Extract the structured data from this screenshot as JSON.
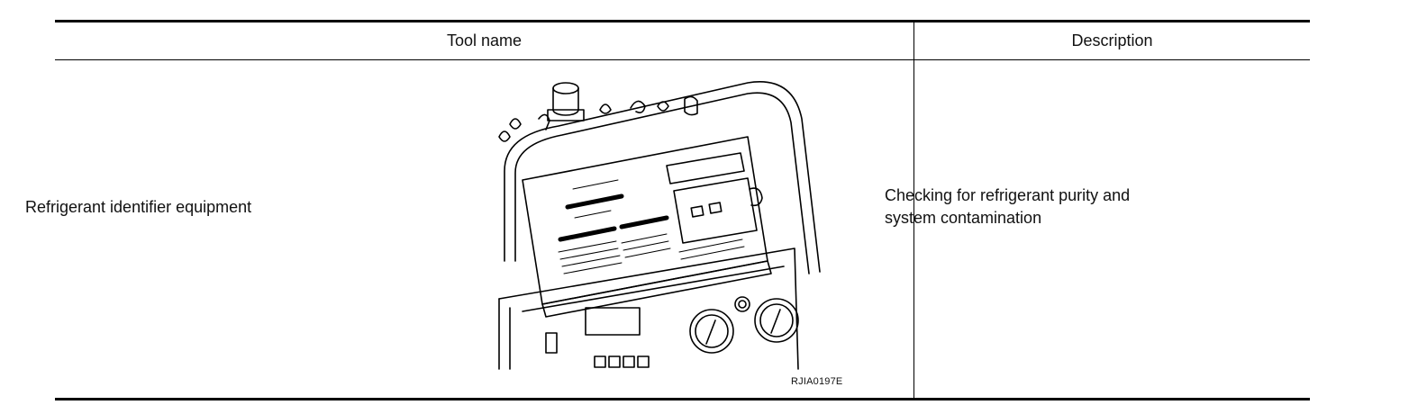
{
  "table": {
    "headers": {
      "tool_name": "Tool name",
      "description": "Description"
    },
    "rows": [
      {
        "tool_name": "Refrigerant identifier equipment",
        "description_line1": "Checking for refrigerant purity and",
        "description_line2": "system contamination",
        "figure_code": "RJIA0197E"
      }
    ]
  }
}
